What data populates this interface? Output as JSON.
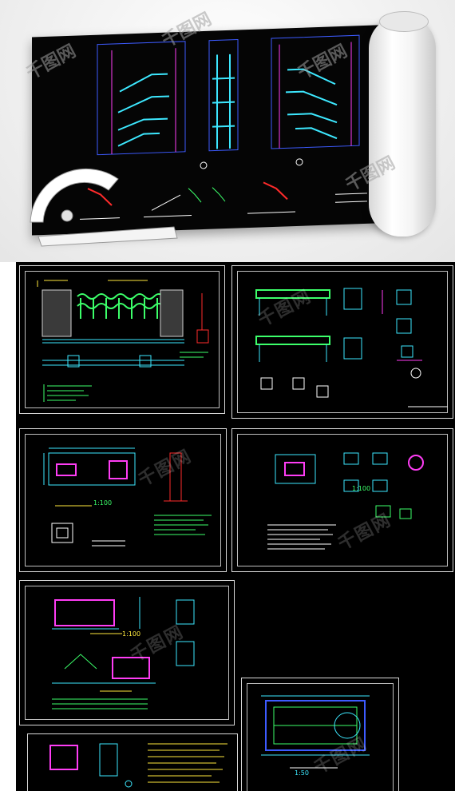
{
  "watermark": {
    "text": "千图网"
  },
  "preview": {
    "labels": {
      "scale_1": "1:100",
      "scale_2": "1:100",
      "scale_3": "1:100",
      "scale_4": "1:50"
    }
  },
  "colors": {
    "background": "#000000",
    "cad_white": "#ffffff",
    "cad_cyan": "#3de8ff",
    "cad_green": "#3cff6a",
    "cad_magenta": "#ff3df5",
    "cad_blue": "#3d5bff",
    "cad_red": "#ff2b2b",
    "cad_yellow": "#ffe93d"
  }
}
